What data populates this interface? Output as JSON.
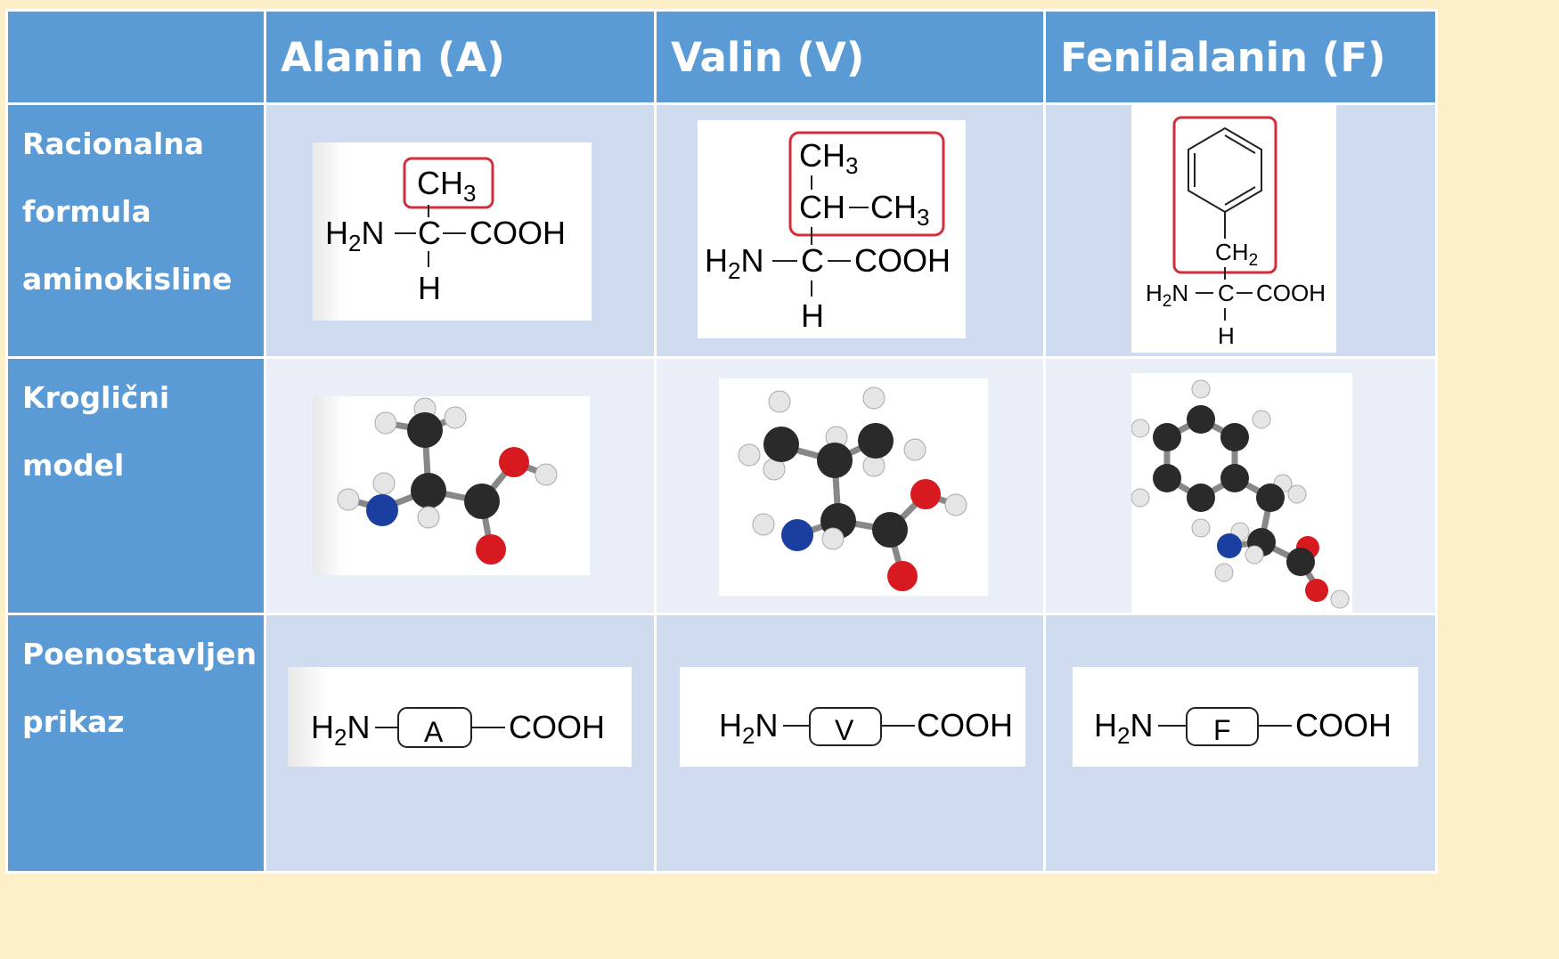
{
  "table": {
    "corner": "",
    "headers": [
      "Alanin (A)",
      "Valin (V)",
      "Fenilalanin (F)"
    ],
    "row_labels": [
      [
        "Racionalna",
        "formula",
        "aminokisline"
      ],
      [
        "Kroglični",
        "model"
      ],
      [
        "Poenostavljen",
        "prikaz"
      ]
    ]
  },
  "formula": {
    "h2n": "H",
    "sub2": "2",
    "n": "N",
    "c": "C",
    "cooh": "COOH",
    "h": "H",
    "ch": "CH",
    "sub3": "3",
    "ch2_c": "CH",
    "dash": "−"
  },
  "simplified": {
    "alanin_letter": "A",
    "valin_letter": "V",
    "fenilalanin_letter": "F"
  },
  "colors": {
    "header_blue": "#5b9bd5",
    "cell_dark": "#cfdcef",
    "cell_light": "#e9eef7",
    "highlight_red": "#d32f3a",
    "atom_carbon": "#2a2a2a",
    "atom_hydrogen": "#e5e5e5",
    "atom_oxygen": "#d71920",
    "atom_nitrogen": "#1b3fa0"
  },
  "icons": [
    "alanine-ball-model",
    "valine-ball-model",
    "phenylalanine-ball-model",
    "benzene-ring-icon"
  ]
}
